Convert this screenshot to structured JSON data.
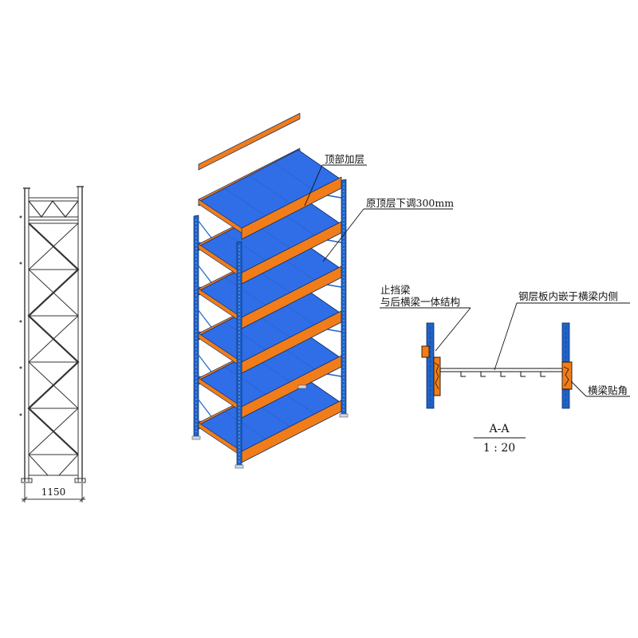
{
  "side_view": {
    "width_dimension": "1150"
  },
  "rack_3d": {
    "callout_top_layer": "顶部加层",
    "callout_lowered": "原顶层下调300mm",
    "colors": {
      "upright": "#1e63c8",
      "beam": "#f07d1a",
      "deck": "#2f6ee6",
      "outline": "#0d2a66"
    },
    "shelf_levels": 6
  },
  "section_view": {
    "callout_stop_beam_line1": "止挡梁",
    "callout_stop_beam_line2": "与后横梁一体结构",
    "callout_deck_embedded": "钢层板内嵌于横梁内侧",
    "callout_beam_corner": "横梁贴角",
    "section_title": "A-A",
    "scale": "1 : 20"
  }
}
